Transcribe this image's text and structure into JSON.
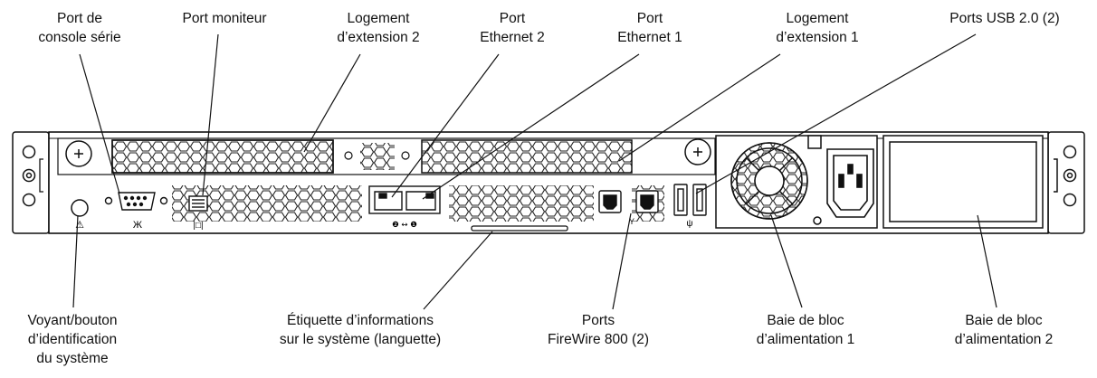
{
  "labels": {
    "serial_port": {
      "line1": "Port de",
      "line2": "console série"
    },
    "monitor_port": {
      "line1": "Port moniteur"
    },
    "expansion_slot_2": {
      "line1": "Logement",
      "line2": "d’extension 2"
    },
    "ethernet_2": {
      "line1": "Port",
      "line2": "Ethernet 2"
    },
    "ethernet_1": {
      "line1": "Port",
      "line2": "Ethernet 1"
    },
    "expansion_slot_1": {
      "line1": "Logement",
      "line2": "d’extension 1"
    },
    "usb_ports": {
      "line1": "Ports USB 2.0 (2)"
    },
    "id_button": {
      "line1": "Voyant/bouton",
      "line2": "d’identification",
      "line3": "du système"
    },
    "info_tab": {
      "line1": "Étiquette d’informations",
      "line2": "sur le système (languette)"
    },
    "firewire": {
      "line1": "Ports",
      "line2": "FireWire 800 (2)"
    },
    "psu_bay_1": {
      "line1": "Baie de bloc",
      "line2": "d’alimentation 1"
    },
    "psu_bay_2": {
      "line1": "Baie de bloc",
      "line2": "d’alimentation 2"
    }
  },
  "panel_glyphs": {
    "ethernet_markers": "❷ ↔ ❶",
    "firewire_symbol": "Y",
    "usb_symbol": "ψ",
    "serial_symbol": "Ж",
    "monitor_symbol": "|□|",
    "id_symbol": "⚠"
  }
}
